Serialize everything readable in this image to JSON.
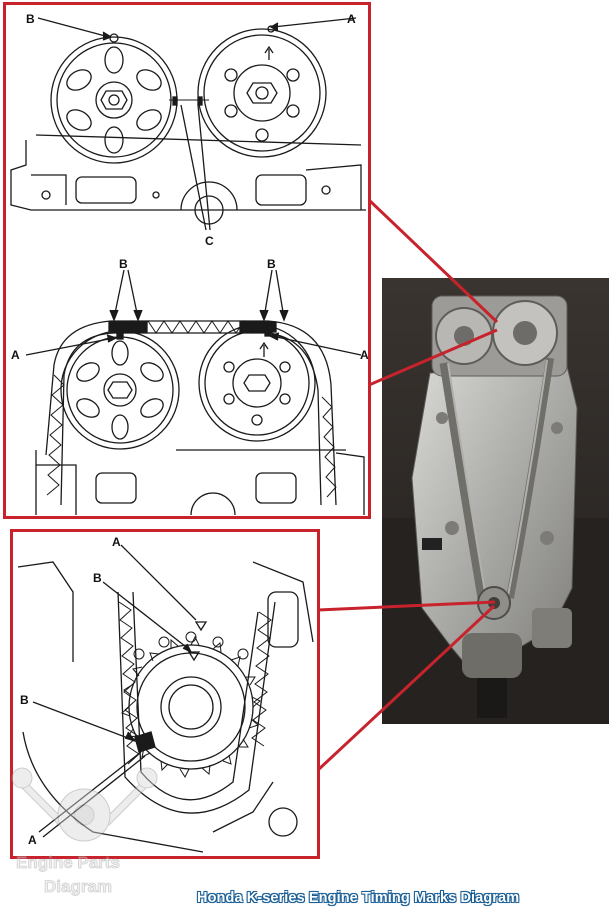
{
  "labels": {
    "top_a": "A",
    "top_b": "B",
    "top_c": "C",
    "mid_b_left": "B",
    "mid_b_right": "B",
    "mid_a_left": "A",
    "mid_a_right": "A",
    "bot_a_top": "A",
    "bot_b_top": "B",
    "bot_b_left": "B",
    "bot_a_bottom": "A"
  },
  "caption": "Honda K-series Engine Timing Marks Diagram",
  "watermark": {
    "line1": "Engine Parts",
    "line2": "Diagram"
  },
  "colors": {
    "frame": "#c8232c",
    "caption_outline": "#1b5f96",
    "line_art": "#1a1a1a"
  }
}
